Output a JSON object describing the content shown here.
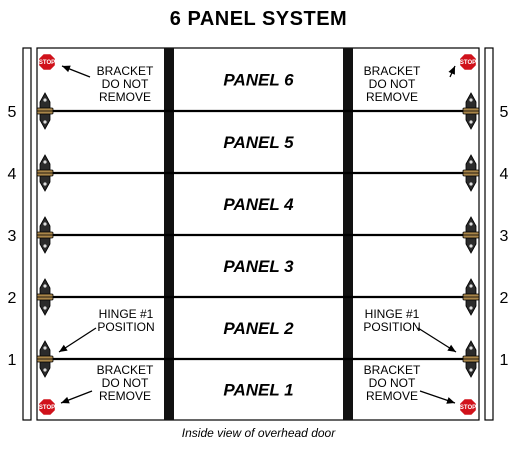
{
  "title": "6 PANEL SYSTEM",
  "caption": "Inside view of overhead door",
  "panels": [
    {
      "label": "PANEL 6"
    },
    {
      "label": "PANEL 5"
    },
    {
      "label": "PANEL 4"
    },
    {
      "label": "PANEL 3"
    },
    {
      "label": "PANEL 2"
    },
    {
      "label": "PANEL 1"
    }
  ],
  "hinge_numbers": [
    "5",
    "4",
    "3",
    "2",
    "1"
  ],
  "notes": {
    "bracket_top": [
      "BRACKET",
      "DO NOT",
      "REMOVE"
    ],
    "hinge_position": [
      "HINGE #1",
      "POSITION"
    ],
    "bracket_bottom": [
      "BRACKET",
      "DO NOT",
      "REMOVE"
    ]
  },
  "stop_sign_text": "STOP",
  "icons": {
    "stop": "stop-sign-icon",
    "hinge": "hinge-icon",
    "arrow": "arrow-icon"
  },
  "colors": {
    "stop_red": "#d0121b",
    "hinge_dark": "#2b2b2b",
    "hinge_gold": "#a9864a",
    "strut": "#111111"
  }
}
